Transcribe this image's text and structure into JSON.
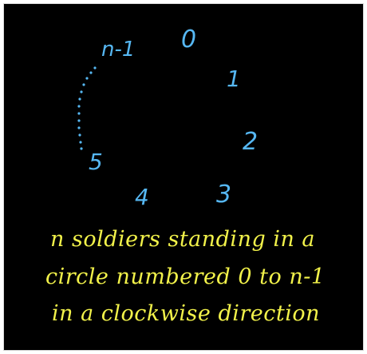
{
  "circle": {
    "labels": [
      "n-1",
      "0",
      "1",
      "2",
      "3",
      "4",
      "5"
    ]
  },
  "note": {
    "lines": [
      "n soldiers standing in a",
      "circle numbered 0 to n-1",
      "in a clockwise direction"
    ]
  },
  "colors": {
    "background": "#000000",
    "labels": "#56b7f2",
    "note": "#f2f24a"
  }
}
